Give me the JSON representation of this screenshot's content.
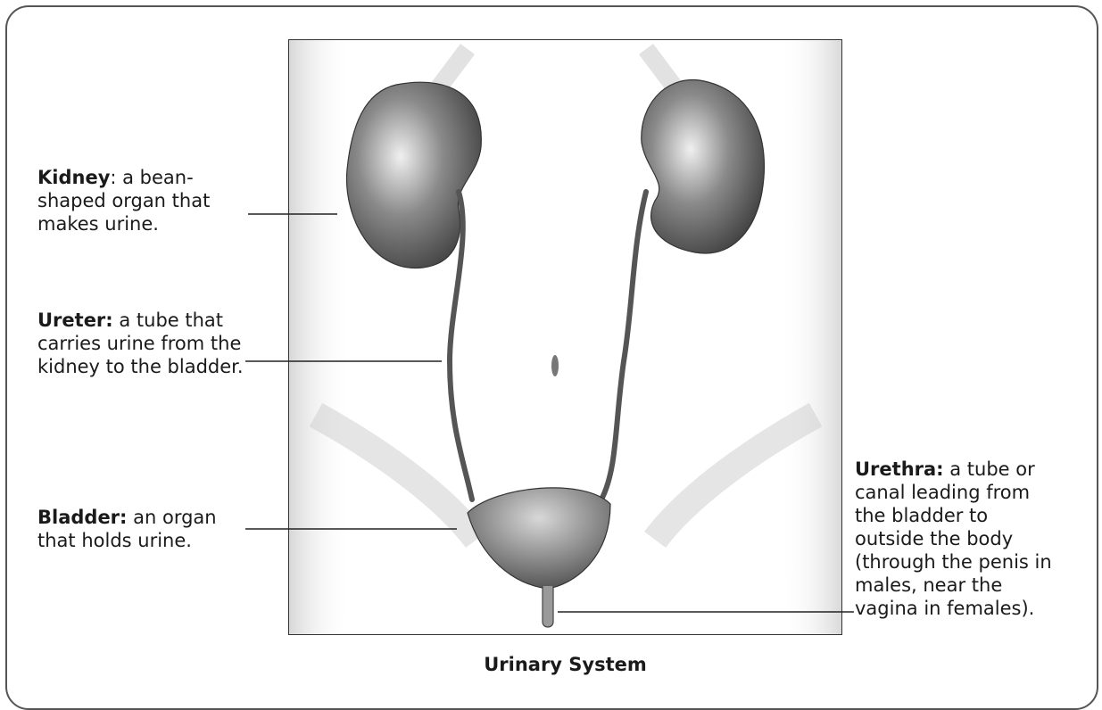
{
  "labels": {
    "kidney": {
      "term": "Kidney",
      "definition": ": a bean-shaped organ that makes urine."
    },
    "ureter": {
      "term": "Ureter:",
      "definition": " a tube that carries urine from the kidney to the bladder."
    },
    "bladder": {
      "term": "Bladder:",
      "definition": " an organ that holds urine."
    },
    "urethra": {
      "term": "Urethra:",
      "definition": " a tube or canal leading from the bladder to outside the body (through the penis in males, near the vagina in females)."
    }
  },
  "caption": "Urinary System"
}
